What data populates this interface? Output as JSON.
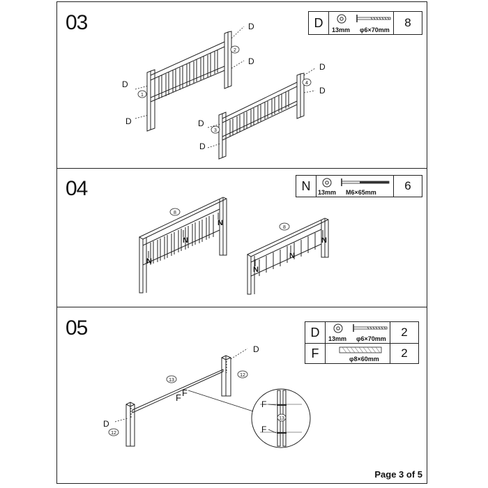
{
  "steps": [
    {
      "number": "03",
      "parts": [
        {
          "letter": "D",
          "washer": "13mm",
          "screw": "φ6×70mm",
          "qty": "8"
        }
      ],
      "labels": {
        "d": "D",
        "c1": "1",
        "c2": "2",
        "c3": "3",
        "c4": "4"
      }
    },
    {
      "number": "04",
      "parts": [
        {
          "letter": "N",
          "washer": "13mm",
          "screw": "M6×65mm",
          "qty": "6"
        }
      ],
      "labels": {
        "n": "N",
        "c8": "8"
      }
    },
    {
      "number": "05",
      "parts": [
        {
          "letter": "D",
          "washer": "13mm",
          "screw": "φ6×70mm",
          "qty": "2"
        },
        {
          "letter": "F",
          "dowel": "φ8×60mm",
          "qty": "2"
        }
      ],
      "labels": {
        "d": "D",
        "f": "F",
        "c12": "12",
        "c13": "13"
      }
    }
  ],
  "footer": "Page 3 of 5"
}
